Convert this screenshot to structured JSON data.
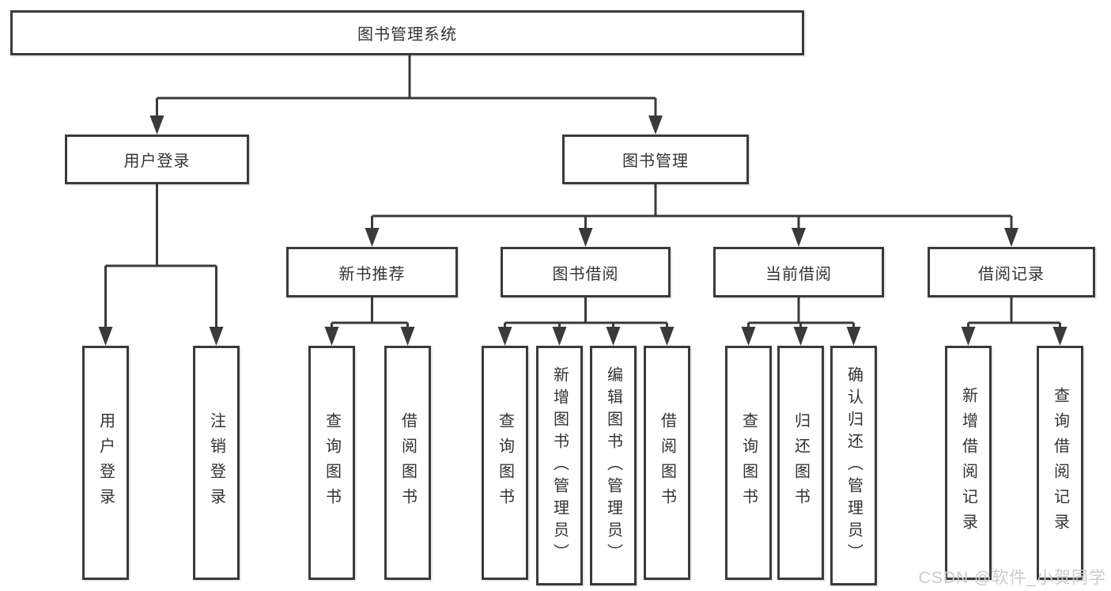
{
  "colors": {
    "line": "#3a3a3a",
    "box_border": "#3a3a3a",
    "box_background": "#ffffff",
    "text": "#333333",
    "watermark": "#cbcbcb"
  },
  "diagram": {
    "root": {
      "label": "图书管理系统"
    },
    "level2": [
      {
        "label": "用户登录",
        "parent": "图书管理系统"
      },
      {
        "label": "图书管理",
        "parent": "图书管理系统"
      }
    ],
    "level3": [
      {
        "label": "新书推荐",
        "parent": "图书管理"
      },
      {
        "label": "图书借阅",
        "parent": "图书管理"
      },
      {
        "label": "当前借阅",
        "parent": "图书管理"
      },
      {
        "label": "借阅记录",
        "parent": "图书管理"
      }
    ],
    "leaves": [
      {
        "label": "用户登录",
        "parent": "用户登录"
      },
      {
        "label": "注销登录",
        "parent": "用户登录"
      },
      {
        "label": "查询图书",
        "parent": "新书推荐"
      },
      {
        "label": "借阅图书",
        "parent": "新书推荐"
      },
      {
        "label": "查询图书",
        "parent": "图书借阅"
      },
      {
        "label": "新增图书（管理员）",
        "parent": "图书借阅"
      },
      {
        "label": "编辑图书（管理员）",
        "parent": "图书借阅"
      },
      {
        "label": "借阅图书",
        "parent": "图书借阅"
      },
      {
        "label": "查询图书",
        "parent": "当前借阅"
      },
      {
        "label": "归还图书",
        "parent": "当前借阅"
      },
      {
        "label": "确认归还（管理员）",
        "parent": "当前借阅"
      },
      {
        "label": "新增借阅记录",
        "parent": "借阅记录"
      },
      {
        "label": "查询借阅记录",
        "parent": "借阅记录"
      }
    ]
  },
  "watermark": {
    "text": "CSDN @软件_小贺同学"
  }
}
